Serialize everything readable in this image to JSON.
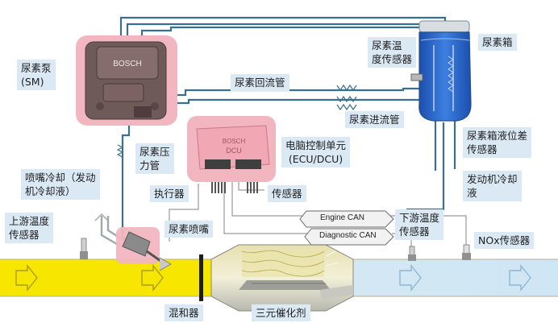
{
  "labels": {
    "urea_pump": "尿素泵\n(SM)",
    "urea_pressure_line": "尿素压\n力管",
    "nozzle_cooling": "喷嘴冷却（发动\n机冷却液）",
    "upstream_temp_sensor": "上游温度\n传感器",
    "return_line": "尿素回流管",
    "urea_temp_sensor": "尿素温\n度传感器",
    "urea_tank": "尿素箱",
    "feed_line": "尿素进流管",
    "tank_level_sensor": "尿素箱液位差\n传感器",
    "ecu": "电脑控制单元\n(ECU/DCU)",
    "engine_coolant": "发动机冷却\n液",
    "actuator": "执行器",
    "sensor": "传感器",
    "urea_nozzle": "尿素喷嘴",
    "downstream_temp_sensor": "下游温度\n传感器",
    "nox_sensor": "NOx传感器",
    "mixer": "混和器",
    "catalyst": "三元催化剂"
  },
  "bus_labels": {
    "engine_can": "Engine CAN",
    "diagnostic_can": "Diagnostic CAN"
  },
  "device_marks": {
    "pump_brand": "BOSCH",
    "ecu_brand": "BOSCH",
    "ecu_model": "DCU"
  },
  "colors": {
    "label_bg": "#dbe9f5",
    "highlight": "#f2b6c0",
    "exhaust_hot": "#f7e600",
    "exhaust_cool": "#cfe6f5",
    "urea_fluid": "#1f5fc8",
    "pipe": "#3b6f8f",
    "wire": "#9a9a9a"
  }
}
